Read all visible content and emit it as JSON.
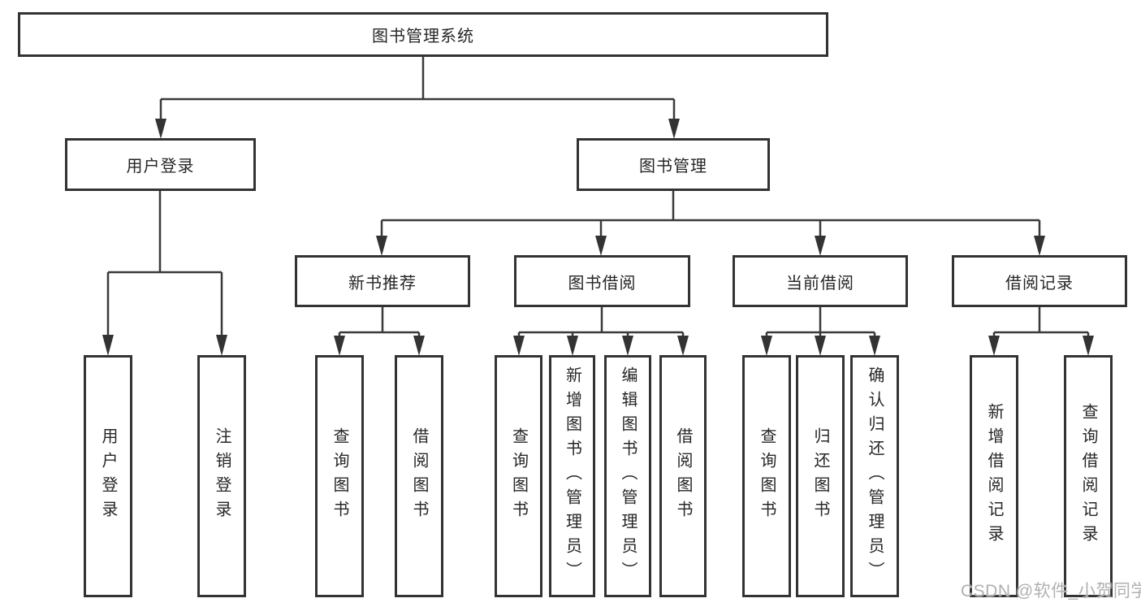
{
  "tree": {
    "label": "图书管理系统",
    "children": [
      {
        "label": "用户登录",
        "children": [
          {
            "label": "用户登录"
          },
          {
            "label": "注销登录"
          }
        ]
      },
      {
        "label": "图书管理",
        "children": [
          {
            "label": "新书推荐",
            "children": [
              {
                "label": "查询图书"
              },
              {
                "label": "借阅图书"
              }
            ]
          },
          {
            "label": "图书借阅",
            "children": [
              {
                "label": "查询图书"
              },
              {
                "label": "新增图书（管理员）"
              },
              {
                "label": "编辑图书（管理员）"
              },
              {
                "label": "借阅图书"
              }
            ]
          },
          {
            "label": "当前借阅",
            "children": [
              {
                "label": "查询图书"
              },
              {
                "label": "归还图书"
              },
              {
                "label": "确认归还（管理员）"
              }
            ]
          },
          {
            "label": "借阅记录",
            "children": [
              {
                "label": "新增借阅记录"
              },
              {
                "label": "查询借阅记录"
              }
            ]
          }
        ]
      }
    ]
  },
  "watermark": "CSDN @软件_小贺同学",
  "colors": {
    "line": "#3a3a3a",
    "box_border": "#333333",
    "text": "#262626",
    "watermark": "#b0b0b0",
    "background": "#ffffff"
  }
}
